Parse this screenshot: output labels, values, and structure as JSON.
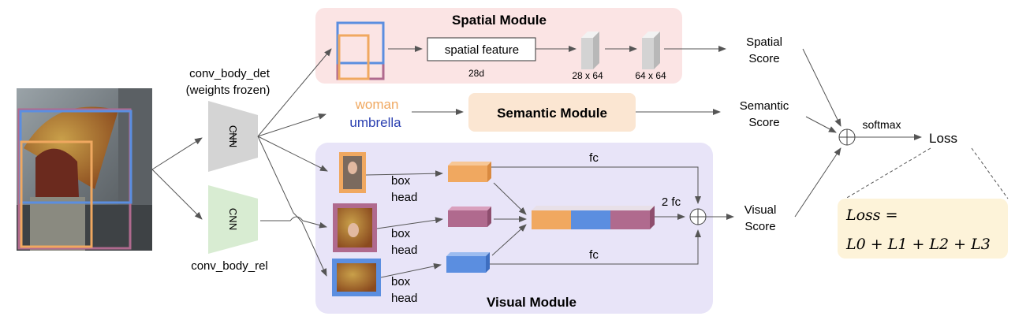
{
  "inputs": {
    "det_label_line1": "conv_body_det",
    "det_label_line2": "(weights frozen)",
    "rel_label": "conv_body_rel",
    "cnn_label": "CNN"
  },
  "spatial_module": {
    "title": "Spatial Module",
    "feature_label": "spatial feature",
    "dim_label": "28d",
    "layer1_label": "28 x 64",
    "layer2_label": "64 x 64",
    "score_line1": "Spatial",
    "score_line2": "Score"
  },
  "semantic_module": {
    "title": "Semantic Module",
    "subject_word": "woman",
    "object_word": "umbrella",
    "score_line1": "Semantic",
    "score_line2": "Score"
  },
  "visual_module": {
    "title": "Visual Module",
    "box_head_line1": "box",
    "box_head_line2": "head",
    "fc_label": "fc",
    "two_fc_label": "2 fc",
    "score_line1": "Visual",
    "score_line2": "Score"
  },
  "fusion": {
    "softmax_label": "softmax",
    "loss_label": "Loss",
    "loss_formula_line1": "Loss =",
    "loss_formula_line2": "L0 + L1 + L2 + L3"
  },
  "colors": {
    "subject": "#f0a860",
    "object": "#5b8ee0",
    "union": "#b06a8e",
    "spatial_bg": "#fbe4e4",
    "semantic_bg": "#fbe6d2",
    "visual_bg": "#e8e4f8",
    "loss_bg": "#fdf3d9",
    "cnn_det": "#d4d4d4",
    "cnn_rel": "#d8ecd2"
  }
}
